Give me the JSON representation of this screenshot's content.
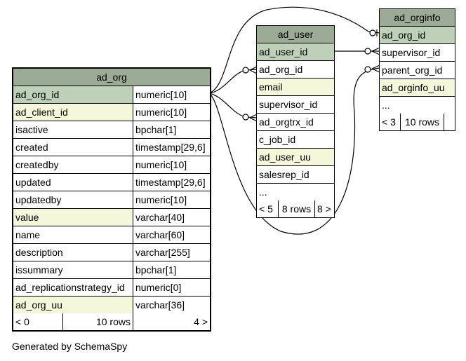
{
  "tables": {
    "ad_org": {
      "title": "ad_org",
      "columns": [
        {
          "name": "ad_org_id",
          "type": "numeric[10]",
          "style": "pk"
        },
        {
          "name": "ad_client_id",
          "type": "numeric[10]",
          "style": "idx"
        },
        {
          "name": "isactive",
          "type": "bpchar[1]",
          "style": ""
        },
        {
          "name": "created",
          "type": "timestamp[29,6]",
          "style": ""
        },
        {
          "name": "createdby",
          "type": "numeric[10]",
          "style": ""
        },
        {
          "name": "updated",
          "type": "timestamp[29,6]",
          "style": ""
        },
        {
          "name": "updatedby",
          "type": "numeric[10]",
          "style": ""
        },
        {
          "name": "value",
          "type": "varchar[40]",
          "style": "idx"
        },
        {
          "name": "name",
          "type": "varchar[60]",
          "style": ""
        },
        {
          "name": "description",
          "type": "varchar[255]",
          "style": ""
        },
        {
          "name": "issummary",
          "type": "bpchar[1]",
          "style": ""
        },
        {
          "name": "ad_replicationstrategy_id",
          "type": "numeric[0]",
          "style": ""
        },
        {
          "name": "ad_org_uu",
          "type": "varchar[36]",
          "style": "idx"
        }
      ],
      "footer": {
        "left": "< 0",
        "mid": "10 rows",
        "right": "4 >"
      }
    },
    "ad_user": {
      "title": "ad_user",
      "columns": [
        {
          "name": "ad_user_id",
          "style": "pk"
        },
        {
          "name": "ad_org_id",
          "style": ""
        },
        {
          "name": "email",
          "style": "idx"
        },
        {
          "name": "supervisor_id",
          "style": ""
        },
        {
          "name": "ad_orgtrx_id",
          "style": ""
        },
        {
          "name": "c_job_id",
          "style": ""
        },
        {
          "name": "ad_user_uu",
          "style": "idx"
        },
        {
          "name": "salesrep_id",
          "style": ""
        },
        {
          "name": "...",
          "style": ""
        }
      ],
      "footer": {
        "left": "< 5",
        "mid": "8 rows",
        "right": "8 >"
      }
    },
    "ad_orginfo": {
      "title": "ad_orginfo",
      "columns": [
        {
          "name": "ad_org_id",
          "style": "pk"
        },
        {
          "name": "supervisor_id",
          "style": ""
        },
        {
          "name": "parent_org_id",
          "style": ""
        },
        {
          "name": "ad_orginfo_uu",
          "style": "idx"
        },
        {
          "name": "...",
          "style": ""
        }
      ],
      "footer": {
        "left": "< 3",
        "mid": "10 rows",
        "right": ""
      }
    }
  },
  "footer_note": "Generated by SchemaSpy"
}
